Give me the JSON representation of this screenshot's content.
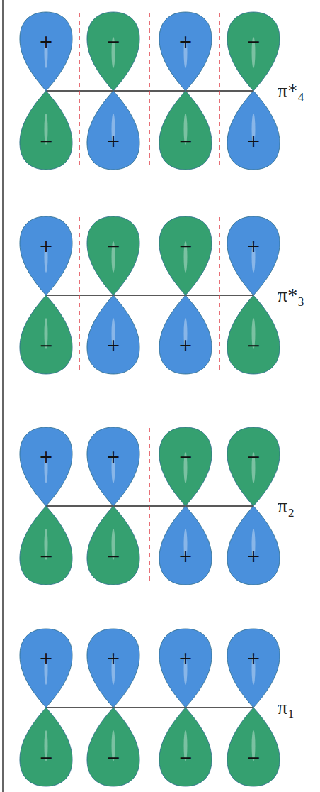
{
  "diagram": {
    "nodes": [
      {
        "text": [
          "+"
        ]
      },
      {
        "text": [
          "−"
        ]
      },
      {
        "text": [
          "+"
        ]
      },
      {
        "text": [
          "−"
        ]
      },
      {
        "text": [
          "−"
        ]
      },
      {
        "text": [
          "+"
        ]
      },
      {
        "text": [
          "−"
        ]
      },
      {
        "text": [
          "+"
        ]
      },
      {
        "text": [
          "+"
        ]
      },
      {
        "text": [
          "−"
        ]
      },
      {
        "text": [
          "−"
        ]
      },
      {
        "text": [
          "+"
        ]
      },
      {
        "text": [
          "−"
        ]
      },
      {
        "text": [
          "+"
        ]
      },
      {
        "text": [
          "+"
        ]
      },
      {
        "text": [
          "−"
        ]
      },
      {
        "text": [
          "+"
        ]
      },
      {
        "text": [
          "+"
        ]
      },
      {
        "text": [
          "−"
        ]
      },
      {
        "text": [
          "−"
        ]
      },
      {
        "text": [
          "−"
        ]
      },
      {
        "text": [
          "−"
        ]
      },
      {
        "text": [
          "+"
        ]
      },
      {
        "text": [
          "+"
        ]
      },
      {
        "text": [
          "+"
        ]
      },
      {
        "text": [
          "+"
        ]
      },
      {
        "text": [
          "+"
        ]
      },
      {
        "text": [
          "+"
        ]
      },
      {
        "text": [
          "−"
        ]
      },
      {
        "text": [
          "−"
        ]
      },
      {
        "text": [
          "−"
        ]
      },
      {
        "text": [
          "−"
        ]
      }
    ],
    "labels": [
      "π*₄",
      "π*₃",
      "π₂",
      "π₁"
    ]
  }
}
